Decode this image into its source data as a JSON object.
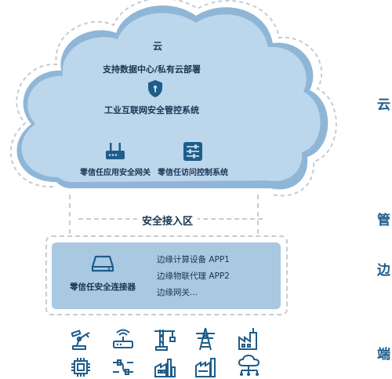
{
  "cloud": {
    "title": "云",
    "deploy": "支持数据中心/私有云部署",
    "system": "工业互联网安全管控系统",
    "gateway": "零信任应用安全网关",
    "access_control": "零信任访问控制系统"
  },
  "access_zone": {
    "label": "安全接入区"
  },
  "edge": {
    "connector": "零信任安全连接器",
    "items": [
      "边缘计算设备  APP1",
      "边缘物联代理  APP2",
      "边缘网关..."
    ]
  },
  "side_labels": {
    "cloud": "云",
    "pipe": "管",
    "edge": "边",
    "end": "端"
  },
  "icons": {
    "row1": [
      "robot-arm-icon",
      "router-icon",
      "crane-icon",
      "power-tower-icon",
      "factory-icon"
    ],
    "row2": [
      "chip-icon",
      "cable-icon",
      "plant-icon",
      "industrial-building-icon",
      "cloud-network-icon"
    ]
  },
  "colors": {
    "cloud_fill": "#bcd6ec",
    "cloud_edge": "#8fb6d6",
    "edge_box": "#a9c8e2",
    "icon": "#1f5c8a"
  }
}
